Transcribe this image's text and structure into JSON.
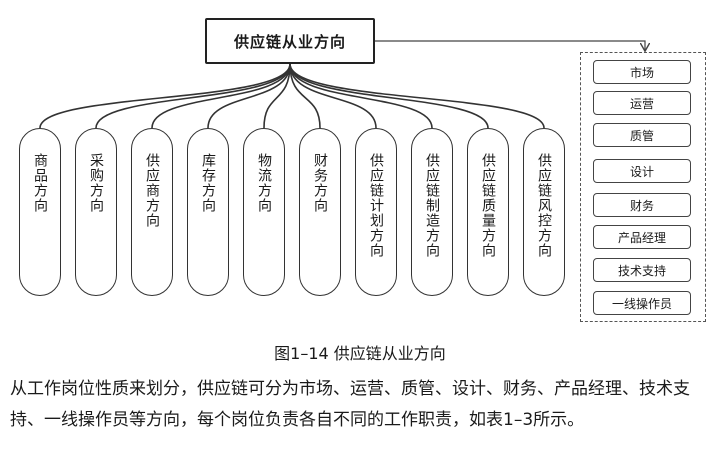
{
  "diagram": {
    "root_label": "供应链从业方向",
    "branches": [
      "商品方向",
      "采购方向",
      "供应商方向",
      "库存方向",
      "物流方向",
      "财务方向",
      "供应链计划方向",
      "供应链制造方向",
      "供应链质量方向",
      "供应链风控方向"
    ],
    "side_items": [
      "市场",
      "运营",
      "质管",
      "设计",
      "财务",
      "产品经理",
      "技术支持",
      "一线操作员"
    ]
  },
  "caption": "图1–14  供应链从业方向",
  "paragraph": "从工作岗位性质来划分，供应链可分为市场、运营、质管、设计、财务、产品经理、技术支持、一线操作员等方向，每个岗位负责各自不同的工作职责，如表1–3所示。"
}
